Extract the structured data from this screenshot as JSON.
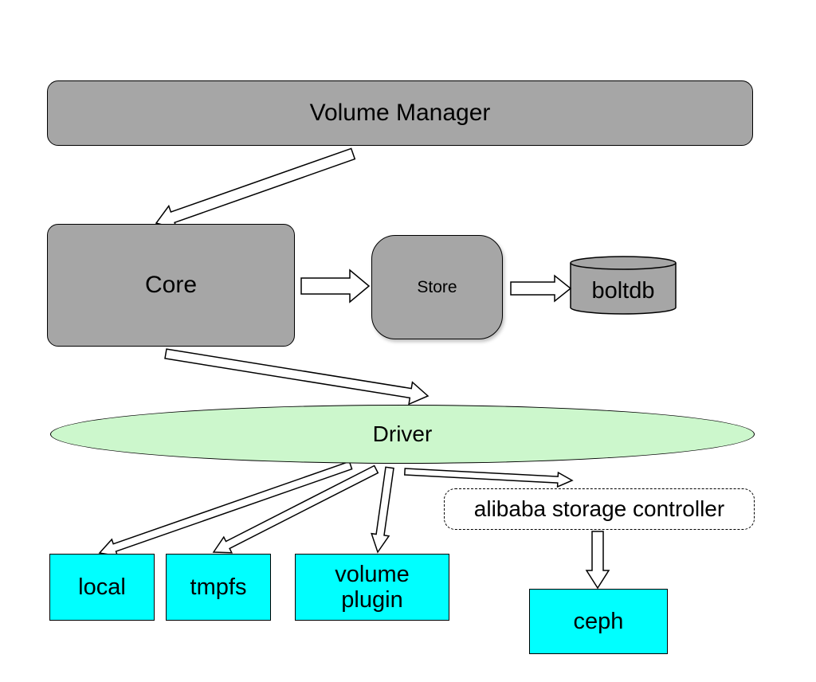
{
  "diagram": {
    "nodes": {
      "volume_manager": "Volume Manager",
      "core": "Core",
      "store": "Store",
      "boltdb": "boltdb",
      "driver": "Driver",
      "storage_controller": "alibaba storage controller",
      "local": "local",
      "tmpfs": "tmpfs",
      "volume_plugin": "volume\nplugin",
      "ceph": "ceph"
    },
    "colors": {
      "component_fill": "#a6a6a6",
      "driver_fill": "#ccf7cc",
      "backend_fill": "#00ffff",
      "stroke": "#000000"
    },
    "edges": [
      {
        "from": "volume_manager",
        "to": "core"
      },
      {
        "from": "core",
        "to": "store"
      },
      {
        "from": "store",
        "to": "boltdb"
      },
      {
        "from": "core",
        "to": "driver"
      },
      {
        "from": "driver",
        "to": "local"
      },
      {
        "from": "driver",
        "to": "tmpfs"
      },
      {
        "from": "driver",
        "to": "volume_plugin"
      },
      {
        "from": "driver",
        "to": "storage_controller"
      },
      {
        "from": "storage_controller",
        "to": "ceph"
      }
    ]
  }
}
